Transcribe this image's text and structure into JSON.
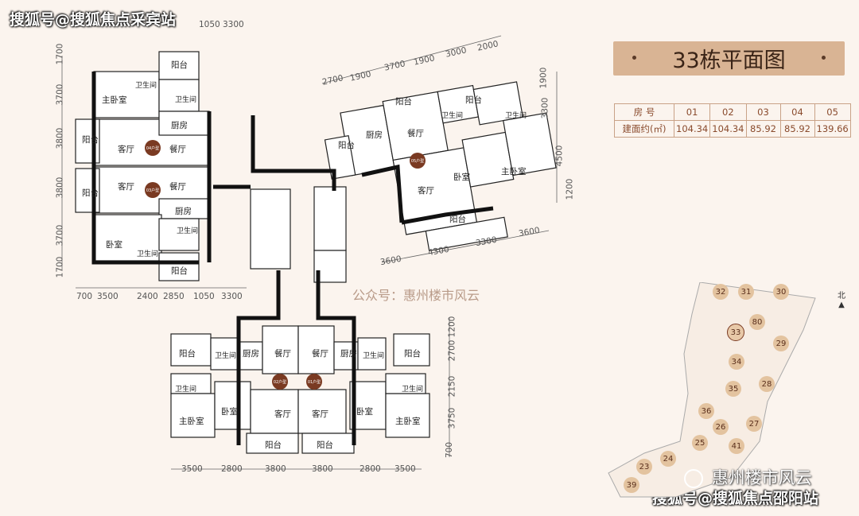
{
  "watermarks": {
    "top_left": "搜狐号@搜狐焦点采宾站",
    "bottom_right": "搜狐号@搜狐焦点邵阳站",
    "public_account": "公众号：惠州楼市风云",
    "brand": "惠州楼市风云"
  },
  "title": "33栋平面图",
  "area_table": {
    "header_label": "房 号",
    "row_label": "建面约(㎡)",
    "units": [
      "01",
      "02",
      "03",
      "04",
      "05"
    ],
    "areas": [
      "104.34",
      "104.34",
      "85.92",
      "85.92",
      "139.66"
    ]
  },
  "rooms": {
    "master_bedroom": "主卧室",
    "bedroom": "卧室",
    "living": "客厅",
    "dining": "餐厅",
    "kitchen": "厨房",
    "bathroom": "卫生间",
    "balcony": "阳台"
  },
  "unit_badges": {
    "u01": "01户型",
    "u02": "02户型",
    "u03": "03户型",
    "u04": "04户型",
    "u05": "05户型"
  },
  "dims": {
    "left_top": [
      "1050",
      "3300"
    ],
    "left_v": [
      "1700",
      "3700",
      "3800",
      "3800",
      "3700",
      "1700"
    ],
    "left_bottom": [
      "700",
      "3500",
      "2400",
      "2850",
      "1050",
      "3300"
    ],
    "right_top": [
      "2700",
      "1900",
      "3700",
      "1900",
      "3000",
      "2000"
    ],
    "right_v": [
      "1900",
      "3300",
      "4500",
      "1200"
    ],
    "right_bottom": [
      "3600",
      "4300",
      "3300",
      "3600"
    ],
    "bot_top_v": [
      "1200",
      "2700",
      "2150",
      "3750",
      "700"
    ],
    "bot_bottom": [
      "3500",
      "2800",
      "3800",
      "3800",
      "2800",
      "3500"
    ]
  },
  "site_plan": {
    "north": "北",
    "buildings": [
      "32",
      "31",
      "30",
      "80",
      "33",
      "29",
      "34",
      "35",
      "28",
      "36",
      "27",
      "26",
      "25",
      "41",
      "24",
      "23",
      "39"
    ],
    "current": "33"
  }
}
